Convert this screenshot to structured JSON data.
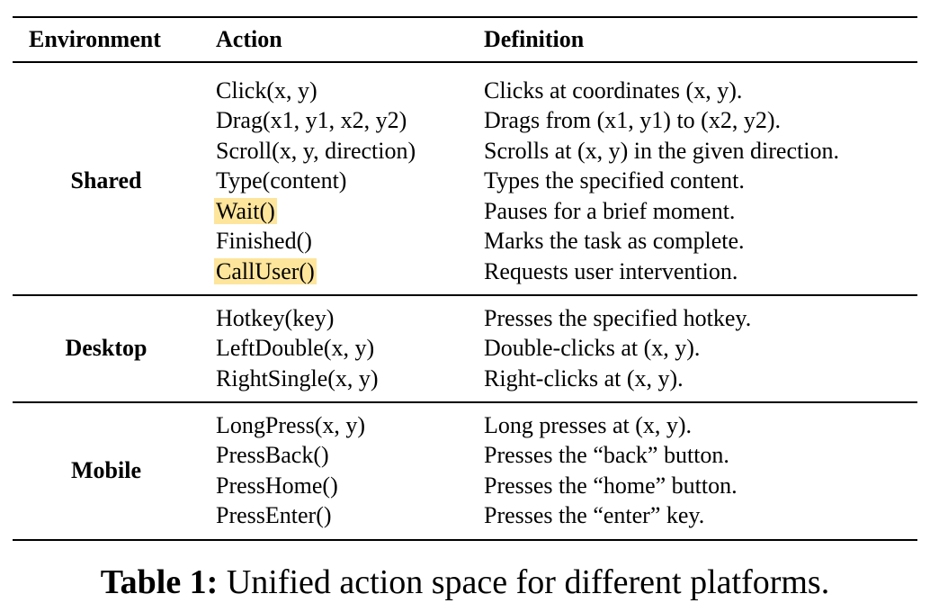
{
  "table": {
    "headers": {
      "environment": "Environment",
      "action": "Action",
      "definition": "Definition"
    },
    "sections": [
      {
        "environment": "Shared",
        "rows": [
          {
            "action": "Click(x, y)",
            "definition": "Clicks at coordinates (x, y).",
            "highlight": false
          },
          {
            "action": "Drag(x1, y1, x2, y2)",
            "definition": "Drags from (x1, y1) to (x2, y2).",
            "highlight": false
          },
          {
            "action": "Scroll(x, y, direction)",
            "definition": "Scrolls at (x, y) in the given direction.",
            "highlight": false
          },
          {
            "action": "Type(content)",
            "definition": "Types the specified content.",
            "highlight": false
          },
          {
            "action": "Wait()",
            "definition": "Pauses for a brief moment.",
            "highlight": true
          },
          {
            "action": "Finished()",
            "definition": "Marks the task as complete.",
            "highlight": false
          },
          {
            "action": "CallUser()",
            "definition": "Requests user intervention.",
            "highlight": true
          }
        ]
      },
      {
        "environment": "Desktop",
        "rows": [
          {
            "action": "Hotkey(key)",
            "definition": "Presses the specified hotkey.",
            "highlight": false
          },
          {
            "action": "LeftDouble(x, y)",
            "definition": "Double-clicks at (x, y).",
            "highlight": false
          },
          {
            "action": "RightSingle(x, y)",
            "definition": "Right-clicks at (x, y).",
            "highlight": false
          }
        ]
      },
      {
        "environment": "Mobile",
        "rows": [
          {
            "action": "LongPress(x, y)",
            "definition": "Long presses at (x, y).",
            "highlight": false
          },
          {
            "action": "PressBack()",
            "definition": "Presses the “back” button.",
            "highlight": false
          },
          {
            "action": "PressHome()",
            "definition": "Presses the “home” button.",
            "highlight": false
          },
          {
            "action": "PressEnter()",
            "definition": "Presses the “enter” key.",
            "highlight": false
          }
        ]
      }
    ]
  },
  "caption": {
    "label": "Table 1:",
    "text": "Unified action space for different platforms."
  },
  "colors": {
    "highlight": "#fde59c",
    "rules": "#000000"
  }
}
